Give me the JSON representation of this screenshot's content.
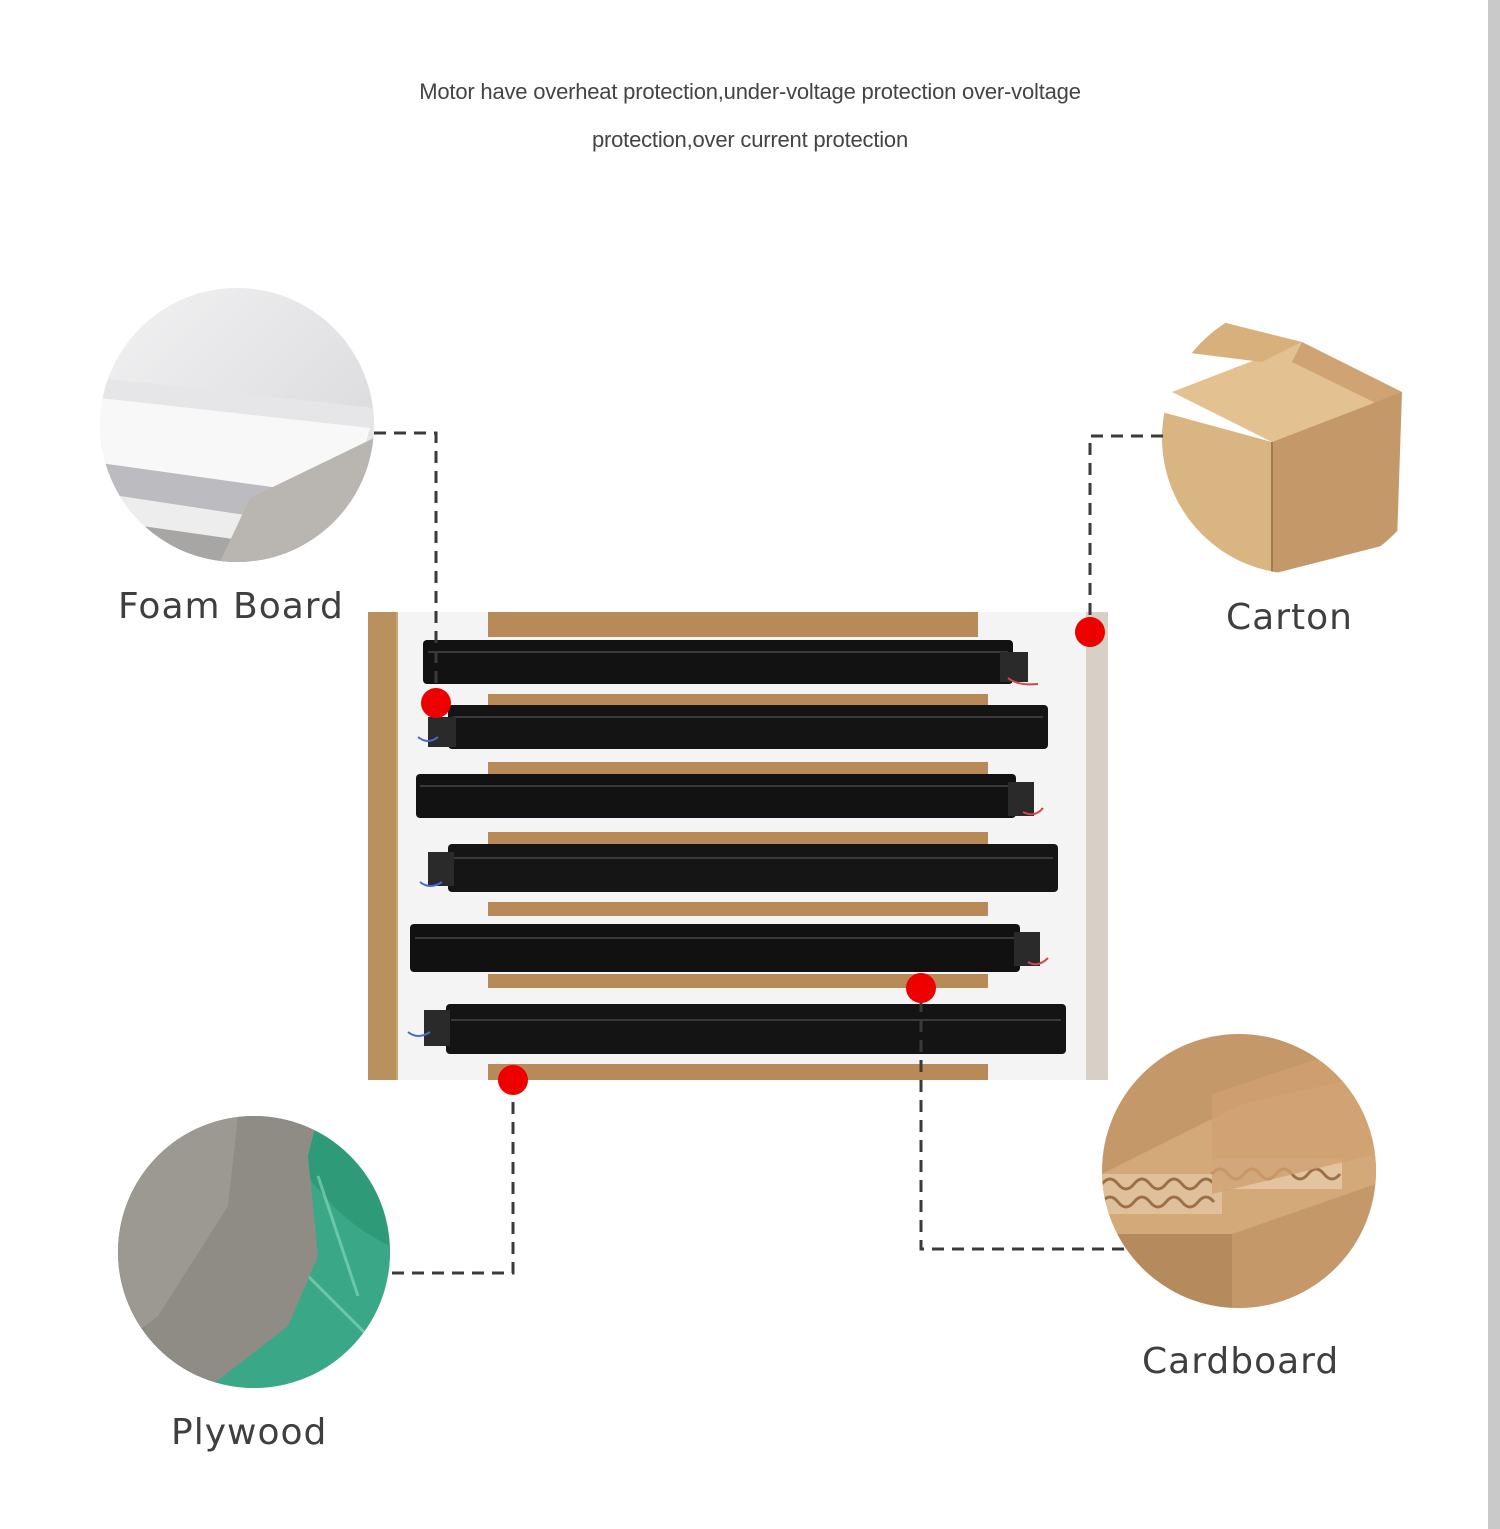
{
  "headline": {
    "line1": "Motor have overheat protection,under-voltage protection over-voltage",
    "line2": "protection,over current protection"
  },
  "materials": {
    "foam_board": "Foam Board",
    "carton": "Carton",
    "plywood": "Plywood",
    "cardboard": "Cardboard"
  },
  "colors": {
    "marker": "#ee0000",
    "connector": "#3a3a3a",
    "label": "#3f3f3f"
  }
}
